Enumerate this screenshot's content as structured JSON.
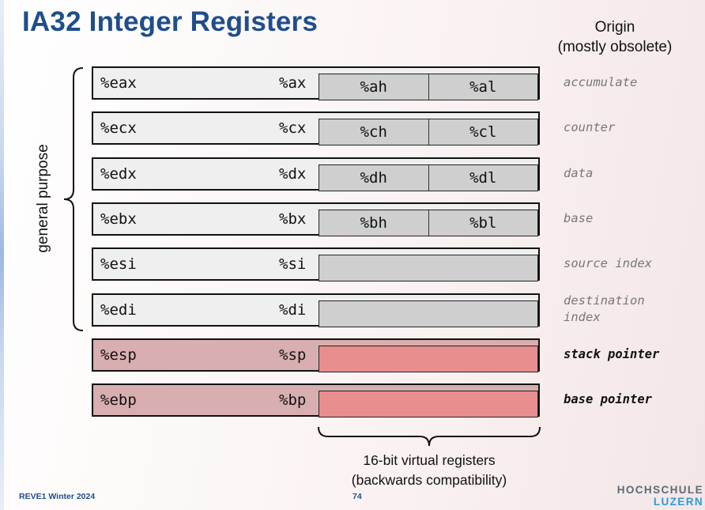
{
  "slide": {
    "title": "IA32 Integer Registers",
    "origin_heading": [
      "Origin",
      "(mostly obsolete)"
    ],
    "group_label": "general purpose",
    "registers": [
      {
        "reg32": "%eax",
        "reg16": "%ax",
        "high": "%ah",
        "low": "%al",
        "origin": [
          "accumulate"
        ],
        "highlight": false
      },
      {
        "reg32": "%ecx",
        "reg16": "%cx",
        "high": "%ch",
        "low": "%cl",
        "origin": [
          "counter"
        ],
        "highlight": false
      },
      {
        "reg32": "%edx",
        "reg16": "%dx",
        "high": "%dh",
        "low": "%dl",
        "origin": [
          "data"
        ],
        "highlight": false
      },
      {
        "reg32": "%ebx",
        "reg16": "%bx",
        "high": "%bh",
        "low": "%bl",
        "origin": [
          "base"
        ],
        "highlight": false
      },
      {
        "reg32": "%esi",
        "reg16": "%si",
        "high": null,
        "low": null,
        "origin": [
          "source index"
        ],
        "highlight": false
      },
      {
        "reg32": "%edi",
        "reg16": "%di",
        "high": null,
        "low": null,
        "origin": [
          "destination",
          "index"
        ],
        "highlight": false
      },
      {
        "reg32": "%esp",
        "reg16": "%sp",
        "high": null,
        "low": null,
        "origin": [
          "stack pointer"
        ],
        "highlight": true
      },
      {
        "reg32": "%ebp",
        "reg16": "%bp",
        "high": null,
        "low": null,
        "origin": [
          "base pointer"
        ],
        "highlight": true
      }
    ],
    "caption": [
      "16-bit virtual registers",
      "(backwards compatibility)"
    ]
  },
  "footer": {
    "course": "REVE1 Winter 2024",
    "page": "74",
    "logo": [
      "HOCHSCHULE",
      "LUZERN"
    ]
  },
  "colors": {
    "title": "#1f4e8c",
    "gray_register": "#efefef",
    "gray_sub": "#cfcfcf",
    "pink_register": "#d9aeb0",
    "pink_sub": "#e98e8e",
    "logo_gray": "#5b6b74",
    "logo_blue": "#2e9bd6"
  }
}
